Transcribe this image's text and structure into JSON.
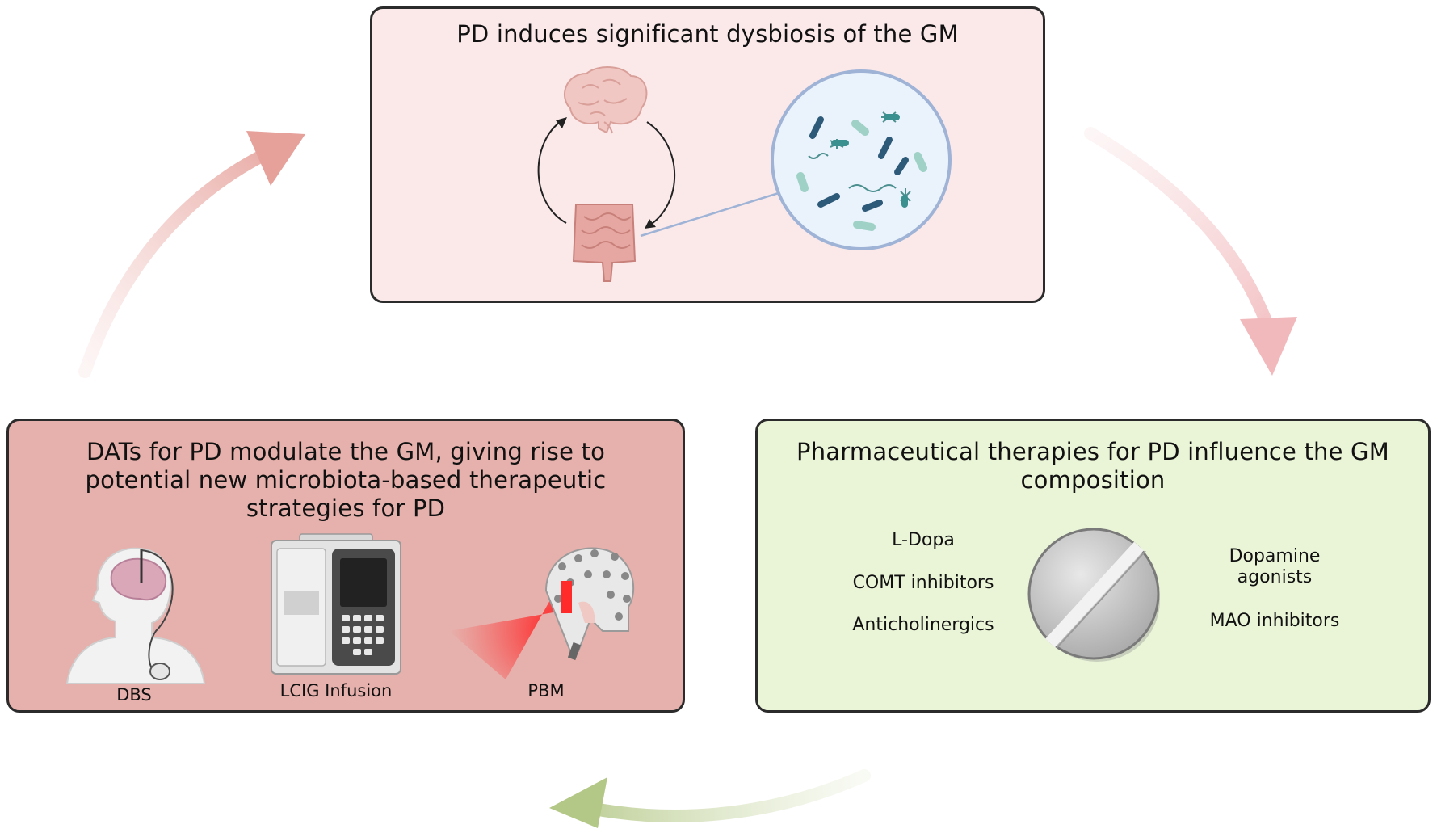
{
  "top_panel": {
    "title": "PD induces significant dysbiosis of the GM"
  },
  "left_panel": {
    "title": "DATs for PD modulate the GM, giving rise to potential new microbiota-based therapeutic strategies for PD",
    "items": [
      {
        "label": "DBS",
        "icon": "deep-brain-stimulation-icon"
      },
      {
        "label": "LCIG Infusion",
        "icon": "infusion-pump-icon"
      },
      {
        "label": "PBM",
        "icon": "photobiomodulation-helmet-icon"
      }
    ]
  },
  "right_panel": {
    "title": "Pharmaceutical therapies for PD influence the GM composition",
    "left_drugs": [
      "L-Dopa",
      "COMT inhibitors",
      "Anticholinergics"
    ],
    "right_drugs": [
      "Dopamine agonists",
      "MAO inhibitors"
    ]
  },
  "colors": {
    "top_box_fill": "#fbe9ea",
    "left_box_fill": "#e6b1ac",
    "right_box_fill": "#eaf5d8",
    "arrow_pink": "#e8a39e",
    "arrow_green": "#b9cc8f"
  }
}
